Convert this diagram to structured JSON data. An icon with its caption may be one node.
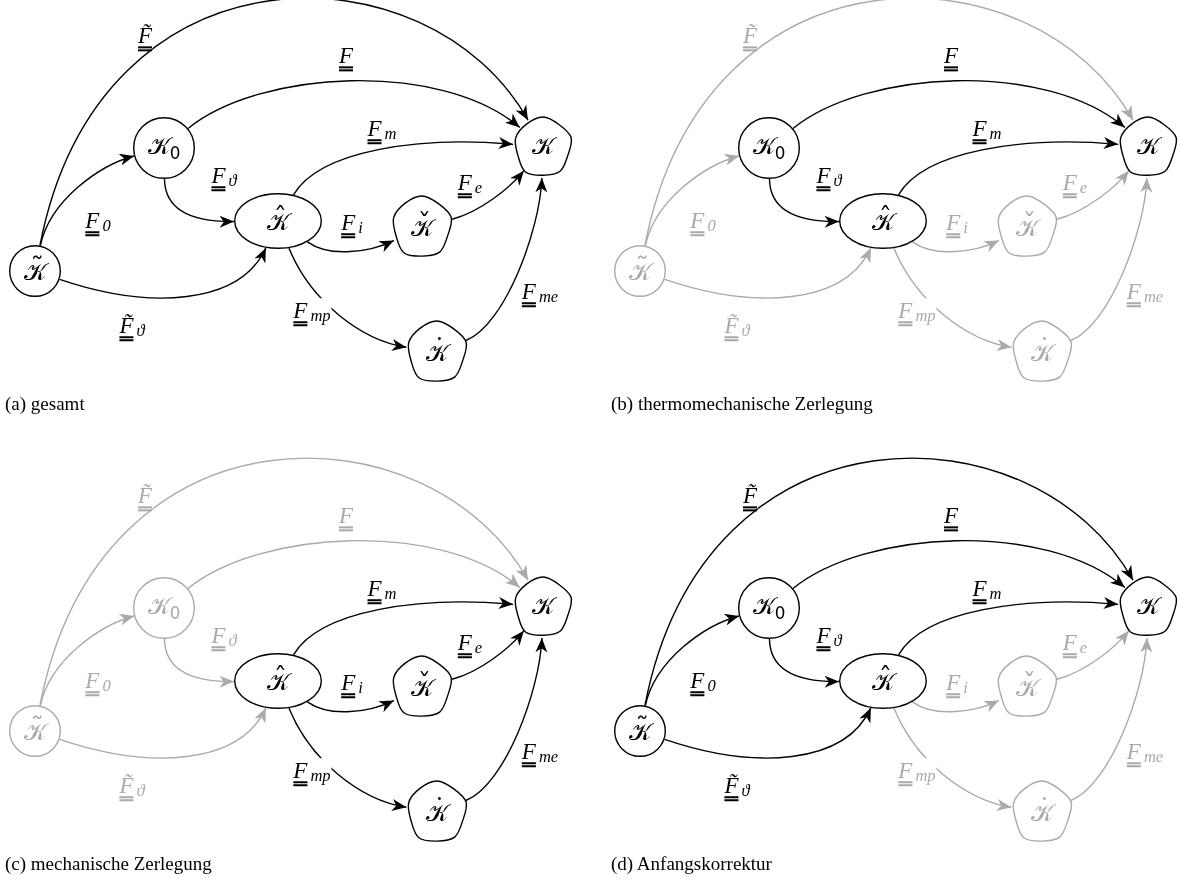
{
  "diagram": {
    "nodes": [
      {
        "text": [
          "𝒦$_{0}$"
        ]
      },
      {
        "text": [
          "𝒦"
        ]
      },
      {
        "text": [
          "𝒦̂"
        ]
      },
      {
        "text": [
          "𝒦̌"
        ]
      },
      {
        "text": [
          "𝒦̃"
        ]
      },
      {
        "text": [
          "𝒦̇"
        ]
      },
      {
        "text": [
          "𝒦$_{0}$"
        ]
      },
      {
        "text": [
          "𝒦"
        ]
      },
      {
        "text": [
          "𝒦̂"
        ]
      },
      {
        "text": [
          "𝒦̌"
        ]
      },
      {
        "text": [
          "𝒦̃"
        ]
      },
      {
        "text": [
          "𝒦̇"
        ]
      },
      {
        "text": [
          "𝒦$_{0}$"
        ]
      },
      {
        "text": [
          "𝒦"
        ]
      },
      {
        "text": [
          "𝒦̂"
        ]
      },
      {
        "text": [
          "𝒦̌"
        ]
      },
      {
        "text": [
          "𝒦̃"
        ]
      },
      {
        "text": [
          "𝒦̇"
        ]
      },
      {
        "text": [
          "𝒦$_{0}$"
        ]
      },
      {
        "text": [
          "𝒦"
        ]
      },
      {
        "text": [
          "𝒦̂"
        ]
      },
      {
        "text": [
          "𝒦̌"
        ]
      },
      {
        "text": [
          "𝒦̃"
        ]
      },
      {
        "text": [
          "𝒦̇"
        ]
      }
    ],
    "edges": [
      {
        "from": 4,
        "to": 1,
        "arrow": "to",
        "label": "F̃"
      },
      {
        "from": 0,
        "to": 1,
        "arrow": "to",
        "label": "F"
      },
      {
        "from": 4,
        "to": 0,
        "arrow": "to",
        "label": "F$_{0}$"
      },
      {
        "from": 0,
        "to": 2,
        "arrow": "to",
        "label": "F$_{ϑ}$"
      },
      {
        "from": 4,
        "to": 2,
        "arrow": "to",
        "label": "F̃$_{ϑ}$"
      },
      {
        "from": 2,
        "to": 1,
        "arrow": "to",
        "label": "F$_{m}$"
      },
      {
        "from": 2,
        "to": 3,
        "arrow": "to",
        "label": "F$_{i}$"
      },
      {
        "from": 3,
        "to": 1,
        "arrow": "to",
        "label": "F$_{e}$"
      },
      {
        "from": 2,
        "to": 5,
        "arrow": "to",
        "label": "F$_{mp}$"
      },
      {
        "from": 5,
        "to": 1,
        "arrow": "to",
        "label": "F$_{me}$"
      },
      {
        "from": 10,
        "to": 7,
        "arrow": "to",
        "label": "F̃",
        "color": "#aaaaaa"
      },
      {
        "from": 6,
        "to": 7,
        "arrow": "to",
        "label": "F"
      },
      {
        "from": 10,
        "to": 6,
        "arrow": "to",
        "label": "F$_{0}$",
        "color": "#aaaaaa"
      },
      {
        "from": 6,
        "to": 8,
        "arrow": "to",
        "label": "F$_{ϑ}$"
      },
      {
        "from": 10,
        "to": 8,
        "arrow": "to",
        "label": "F̃$_{ϑ}$",
        "color": "#aaaaaa"
      },
      {
        "from": 8,
        "to": 7,
        "arrow": "to",
        "label": "F$_{m}$"
      },
      {
        "from": 8,
        "to": 9,
        "arrow": "to",
        "label": "F$_{i}$",
        "color": "#aaaaaa"
      },
      {
        "from": 9,
        "to": 7,
        "arrow": "to",
        "label": "F$_{e}$",
        "color": "#aaaaaa"
      },
      {
        "from": 8,
        "to": 11,
        "arrow": "to",
        "label": "F$_{mp}$",
        "color": "#aaaaaa"
      },
      {
        "from": 11,
        "to": 7,
        "arrow": "to",
        "label": "F$_{me}$",
        "color": "#aaaaaa"
      },
      {
        "from": 16,
        "to": 13,
        "arrow": "to",
        "label": "F̃",
        "color": "#aaaaaa"
      },
      {
        "from": 12,
        "to": 13,
        "arrow": "to",
        "label": "F",
        "color": "#aaaaaa"
      },
      {
        "from": 16,
        "to": 12,
        "arrow": "to",
        "label": "F$_{0}$",
        "color": "#aaaaaa"
      },
      {
        "from": 12,
        "to": 14,
        "arrow": "to",
        "label": "F$_{ϑ}$",
        "color": "#aaaaaa"
      },
      {
        "from": 16,
        "to": 14,
        "arrow": "to",
        "label": "F̃$_{ϑ}$",
        "color": "#aaaaaa"
      },
      {
        "from": 14,
        "to": 13,
        "arrow": "to",
        "label": "F$_{m}$"
      },
      {
        "from": 14,
        "to": 15,
        "arrow": "to",
        "label": "F$_{i}$"
      },
      {
        "from": 15,
        "to": 13,
        "arrow": "to",
        "label": "F$_{e}$"
      },
      {
        "from": 14,
        "to": 17,
        "arrow": "to",
        "label": "F$_{mp}$"
      },
      {
        "from": 17,
        "to": 13,
        "arrow": "to",
        "label": "F$_{me}$"
      },
      {
        "from": 22,
        "to": 19,
        "arrow": "to",
        "label": "F̃"
      },
      {
        "from": 18,
        "to": 19,
        "arrow": "to",
        "label": "F"
      },
      {
        "from": 22,
        "to": 18,
        "arrow": "to",
        "label": "F$_{0}$"
      },
      {
        "from": 18,
        "to": 20,
        "arrow": "to",
        "label": "F$_{ϑ}$"
      },
      {
        "from": 22,
        "to": 20,
        "arrow": "to",
        "label": "F̃$_{ϑ}$"
      },
      {
        "from": 20,
        "to": 19,
        "arrow": "to",
        "label": "F$_{m}$"
      },
      {
        "from": 20,
        "to": 21,
        "arrow": "to",
        "label": "F$_{i}$",
        "color": "#aaaaaa"
      },
      {
        "from": 21,
        "to": 19,
        "arrow": "to",
        "label": "F$_{e}$",
        "color": "#aaaaaa"
      },
      {
        "from": 20,
        "to": 23,
        "arrow": "to",
        "label": "F$_{mp}$",
        "color": "#aaaaaa"
      },
      {
        "from": 23,
        "to": 19,
        "arrow": "to",
        "label": "F$_{me}$",
        "color": "#aaaaaa"
      }
    ],
    "labels": [
      "(a) gesamt",
      "(b) thermomechanische Zerlegung",
      "(c) mechanische Zerlegung",
      "(d) Anfangskorrektur"
    ]
  }
}
